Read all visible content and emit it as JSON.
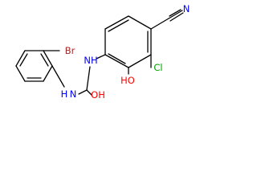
{
  "structure": {
    "atoms": {
      "br": {
        "label": "Br",
        "color": "#a52a2a"
      },
      "n_urea_aryl": {
        "label": "N",
        "color": "#0000ff"
      },
      "h_urea_aryl": {
        "label": "H",
        "color": "#0000ff"
      },
      "o_urea": {
        "label": "OH",
        "color": "#ff0000"
      },
      "n_urea_right": {
        "label": "NH",
        "color": "#0000ff"
      },
      "o_phenol": {
        "label": "HO",
        "color": "#ff0000"
      },
      "cl": {
        "label": "Cl",
        "color": "#00a000"
      },
      "n_nitrile": {
        "label": "N",
        "color": "#0000ff"
      }
    }
  }
}
